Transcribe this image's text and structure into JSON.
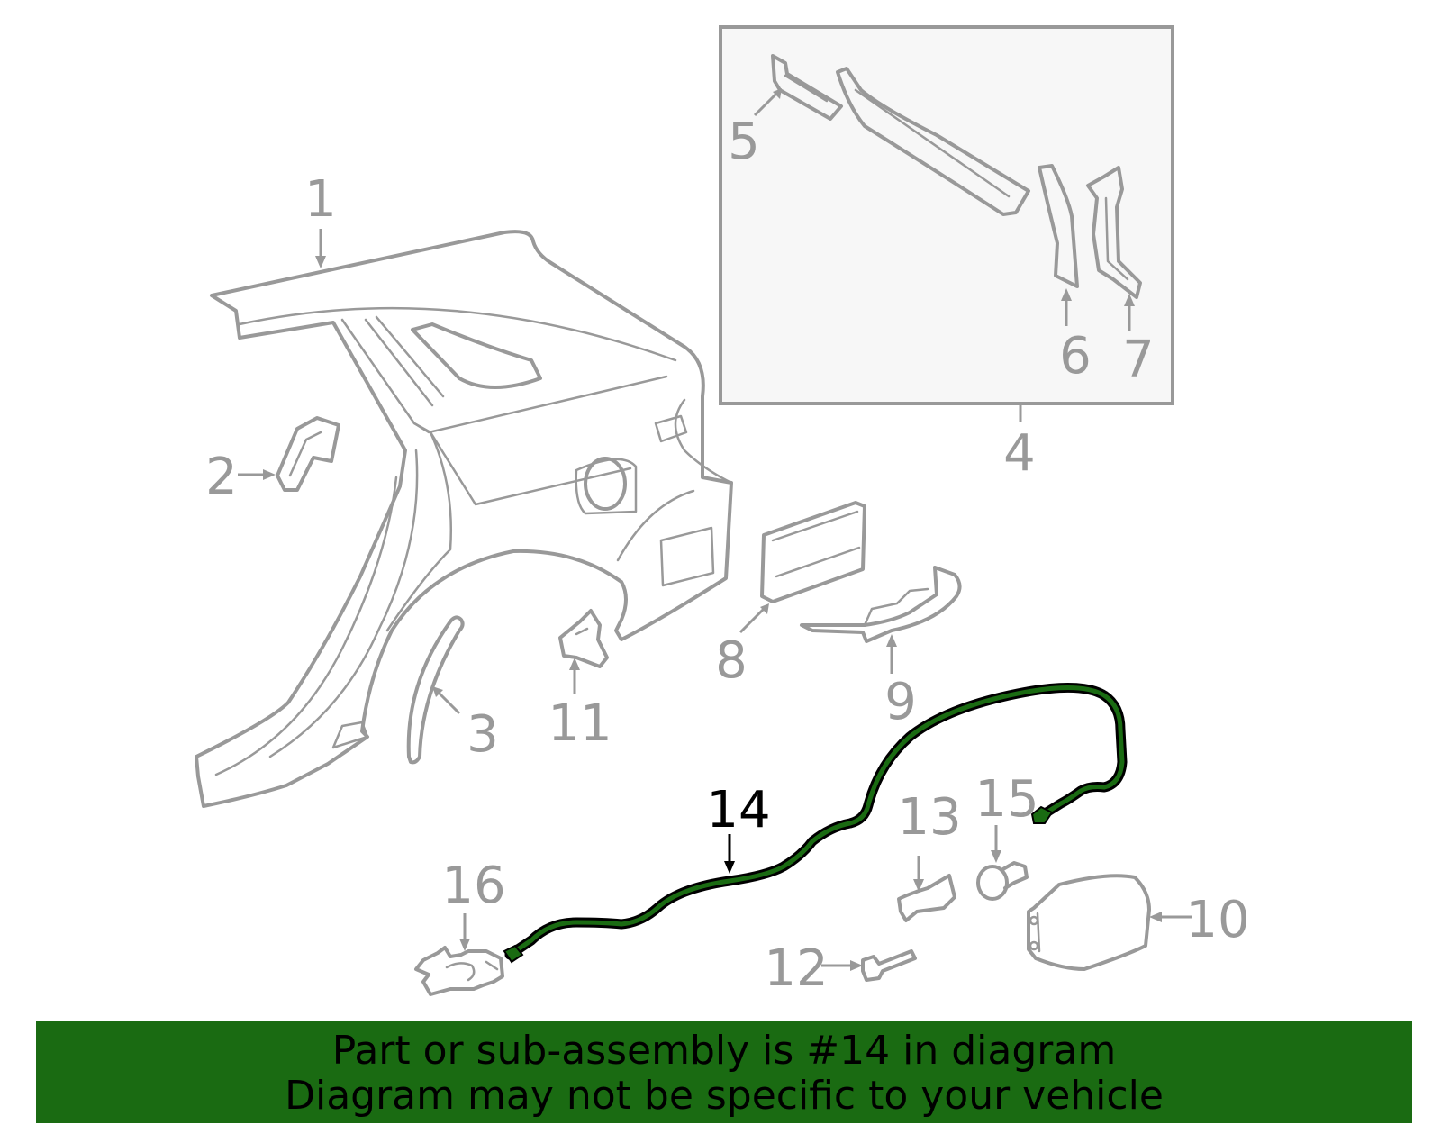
{
  "colors": {
    "highlight": "#1a6b12",
    "line_gray": "#999999",
    "inset_bg": "#f7f7f7",
    "banner_bg": "#1a6b12"
  },
  "callouts": {
    "c1": "1",
    "c2": "2",
    "c3": "3",
    "c4": "4",
    "c5": "5",
    "c6": "6",
    "c7": "7",
    "c8": "8",
    "c9": "9",
    "c10": "10",
    "c11": "11",
    "c12": "12",
    "c13": "13",
    "c14": "14",
    "c15": "15",
    "c16": "16"
  },
  "highlighted_part": "14",
  "banner": {
    "line1": "Part or sub-assembly is #14 in diagram",
    "line2": "Diagram may not be specific to your vehicle"
  }
}
